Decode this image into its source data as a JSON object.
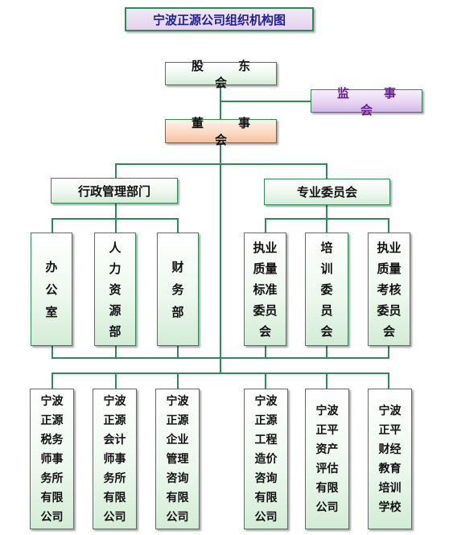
{
  "title": "宁波正源公司组织机构图",
  "top": {
    "shareholders": "股　东　会",
    "supervisors": "监　事　会",
    "board": "董　事　会"
  },
  "groups": {
    "admin": "行政管理部门",
    "committees": "专业委员会"
  },
  "departments": [
    "办\n公\n室",
    "人\n力\n资\n源\n部",
    "财\n务\n部"
  ],
  "committee_list": [
    "执业\n质量\n标准\n委员\n会",
    "培\n训\n委\n员\n会",
    "执业\n质量\n考核\n委员\n会"
  ],
  "companies": [
    "宁波\n正源\n税务\n师事\n务所\n有限\n公司",
    "宁波\n正源\n会计\n师事\n务所\n有限\n公司",
    "宁波\n正源\n企业\n管理\n咨询\n有限\n公司",
    "宁波\n正源\n工程\n造价\n咨询\n有限\n公司",
    "宁波\n正平\n资产\n评估\n有限\n公司",
    "宁波\n正平\n财经\n教育\n培训\n学校"
  ]
}
